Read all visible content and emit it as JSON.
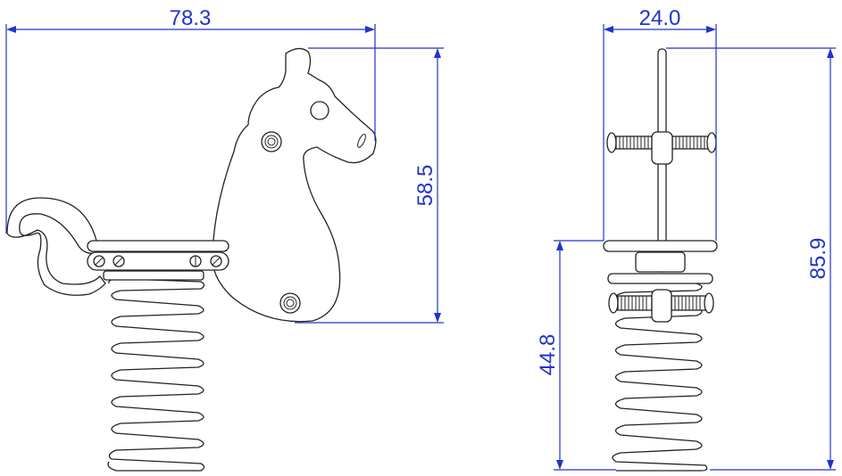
{
  "drawing": {
    "views": [
      "side-view",
      "front-view"
    ],
    "colors": {
      "dimension": "#2233cc",
      "outline": "#222222",
      "background": "#ffffff"
    },
    "dimensions": {
      "side_width": "78.3",
      "side_height": "58.5",
      "front_width": "24.0",
      "front_seat_height": "44.8",
      "front_total_height": "85.9"
    }
  }
}
